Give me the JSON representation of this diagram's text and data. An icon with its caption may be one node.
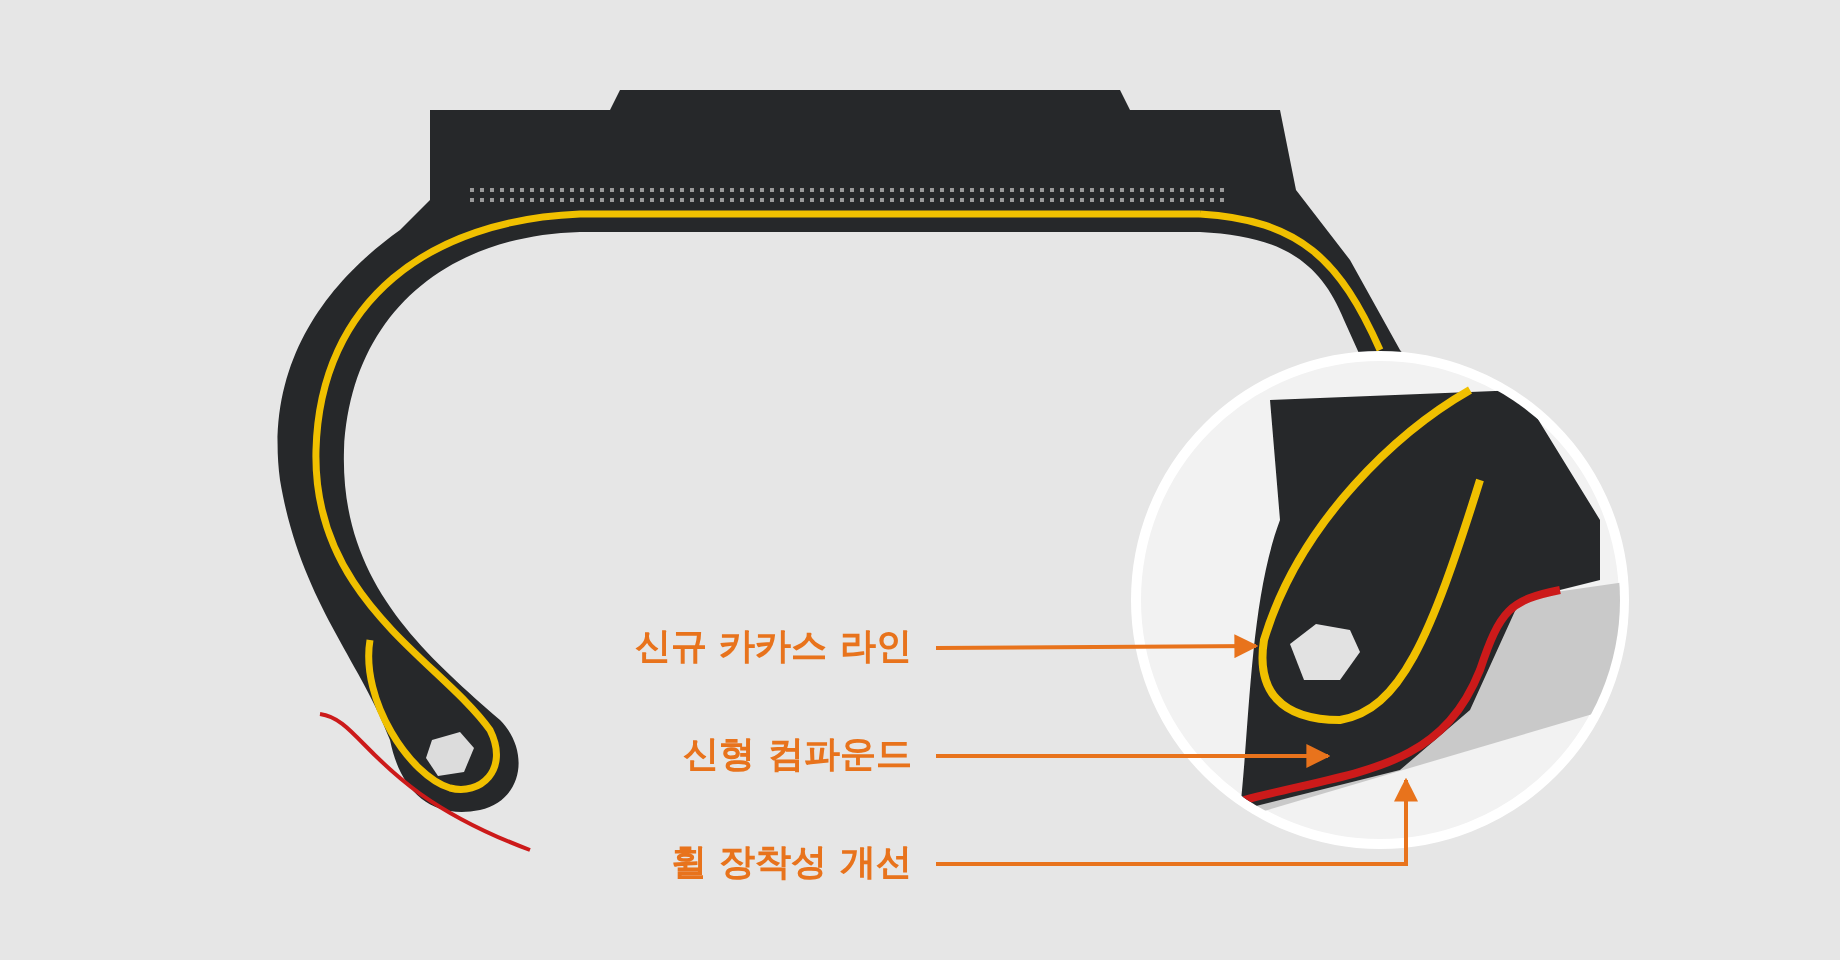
{
  "diagram": {
    "nodes": [
      {
        "text": [
          "신규 카카스 라인"
        ]
      },
      {
        "text": [
          "신형 컴파운드"
        ]
      },
      {
        "text": [
          "휠 장착성 개선"
        ]
      }
    ],
    "edges": [
      {
        "from": 0,
        "to": null,
        "arrow": "to"
      },
      {
        "from": 1,
        "to": null,
        "arrow": "to"
      },
      {
        "from": 2,
        "to": null,
        "arrow": "to"
      }
    ]
  }
}
